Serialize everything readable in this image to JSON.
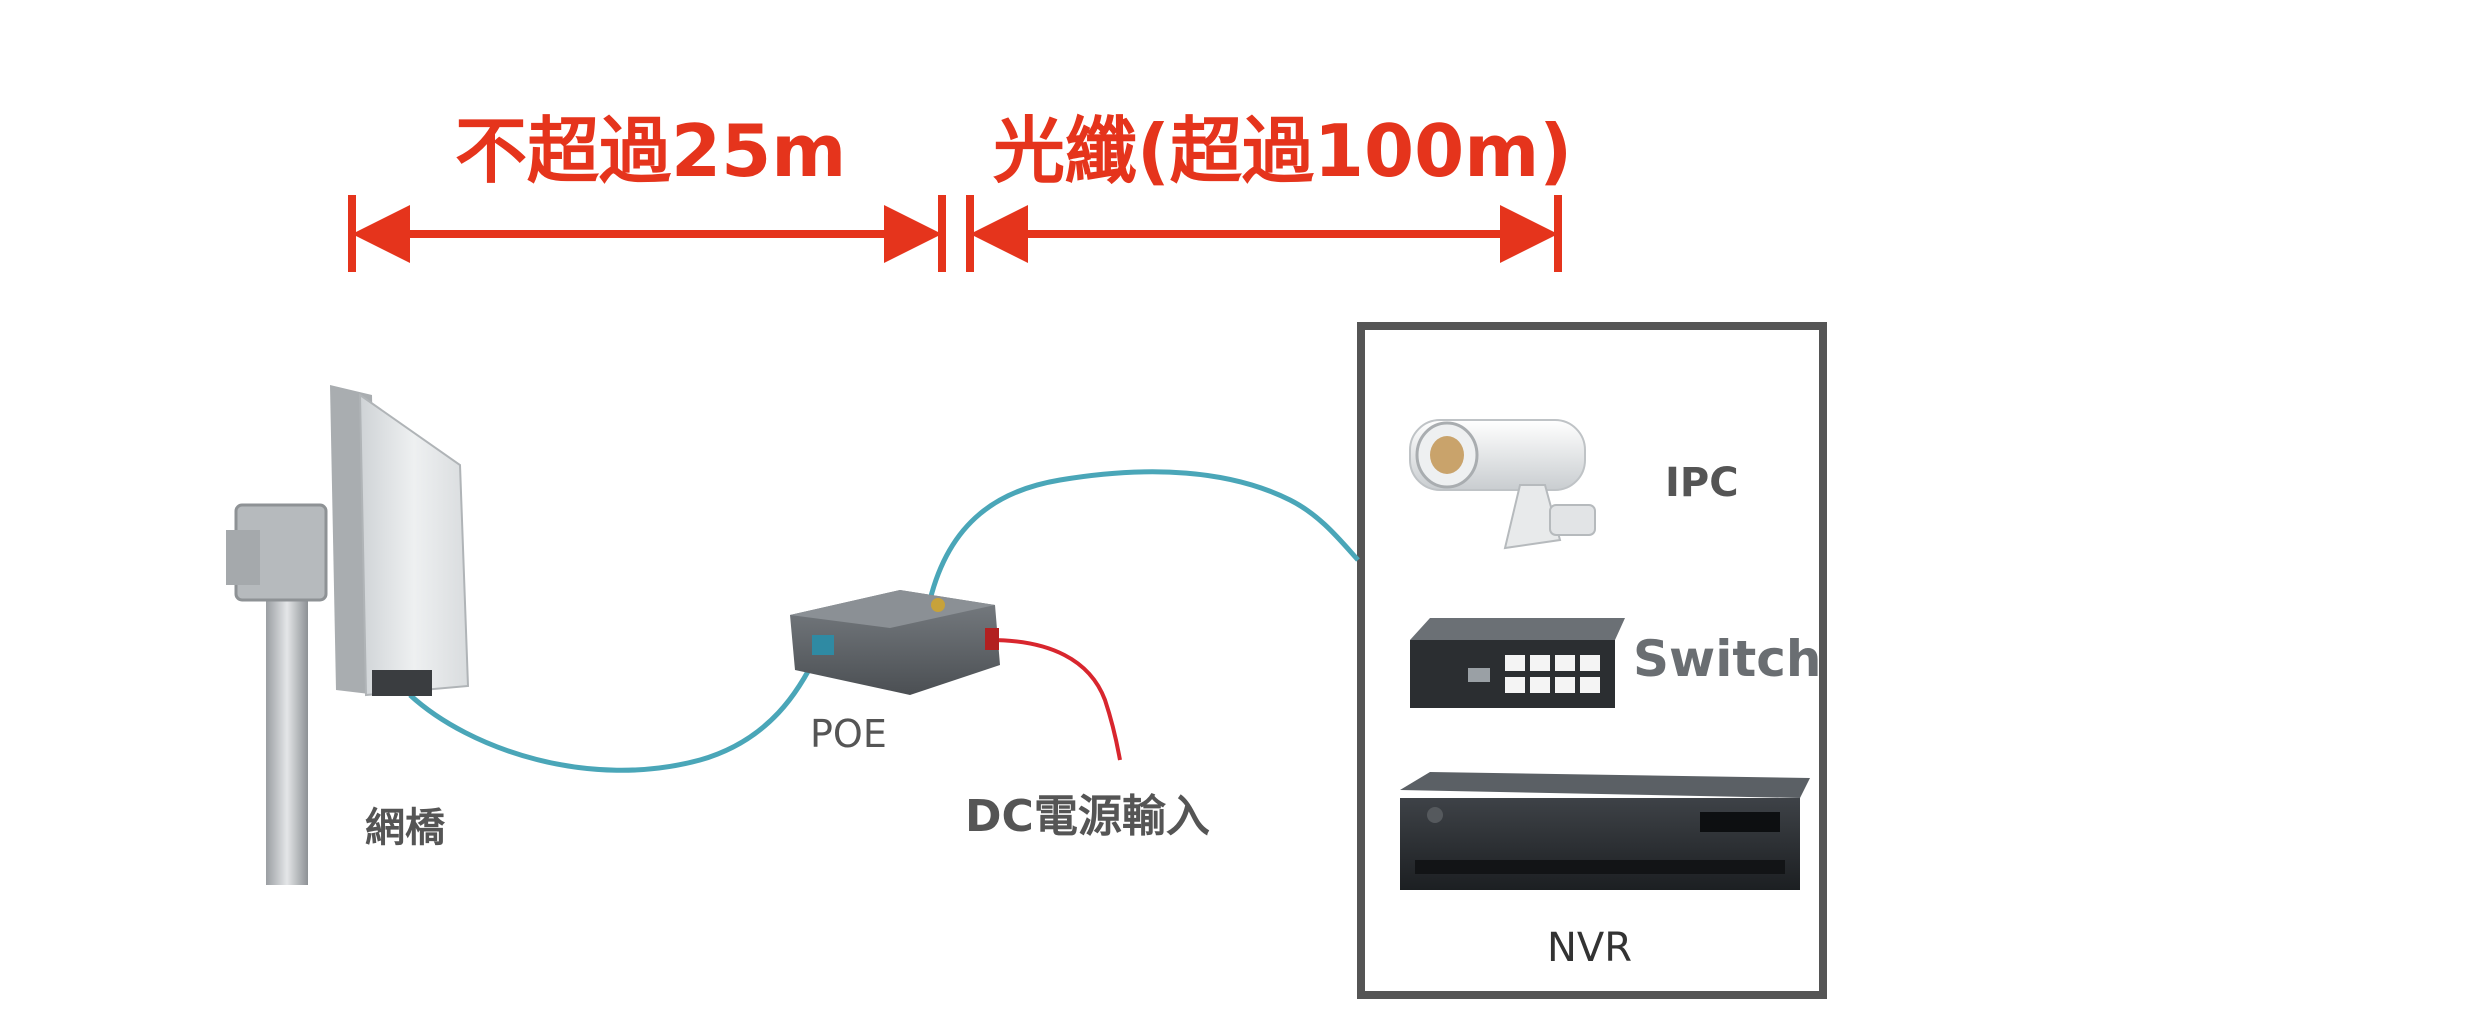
{
  "dimensions": {
    "short_span": "不超過25m",
    "fiber_span": "光纖(超過100m)"
  },
  "devices": {
    "bridge": "網橋",
    "poe": "POE",
    "dc_input": "DC電源輸入",
    "ipc": "IPC",
    "switch": "Switch",
    "nvr": "NVR"
  },
  "colors": {
    "dimension_red": "#e5341c",
    "cable_teal": "#4aa6b8",
    "power_cable_red": "#d8262e",
    "box_border": "#555555",
    "label_gray": "#555555"
  }
}
